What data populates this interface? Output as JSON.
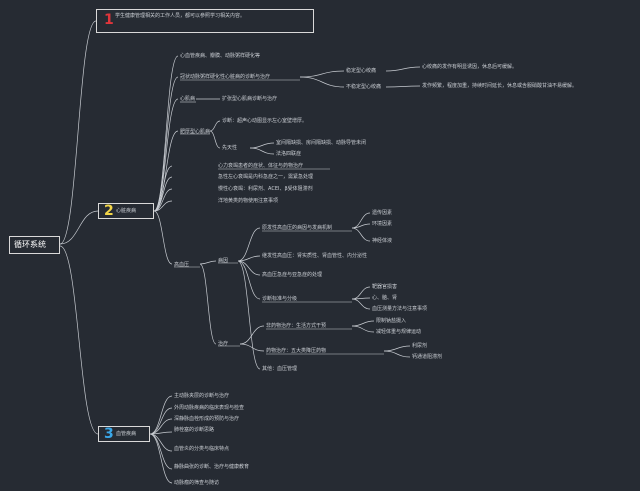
{
  "root": {
    "label": "循环系统"
  },
  "branch1": {
    "number": "1",
    "text": "学生健康管理相关的工作人员，都可以参照学习相关内容。"
  },
  "branch2": {
    "number": "2",
    "label": "心脏疾病"
  },
  "branch3": {
    "number": "3",
    "label": "血管疾病"
  },
  "colors": {
    "one": "#e0353b",
    "two": "#f2d548",
    "three": "#3aa7e8",
    "line": "#c8ccd2"
  },
  "nodes": [
    "心血管疾病、瓣膜、动脉粥样硬化等",
    "冠状动脉粥样硬化性心脏病的诊断与治疗",
    "稳定型心绞痛",
    "不稳定型心绞痛",
    "心绞痛的发作有明显诱因，休息后可缓解。",
    "发作频繁，程度加重，持续时间延长，休息或含服硝酸甘油不易缓解。",
    "心肌病",
    "扩张型心肌病诊断与治疗",
    "肥厚型心肌病",
    "诊断：超声心动图显示左心室壁增厚。",
    "先天性",
    "室间隔缺损、房间隔缺损、动脉导管未闭",
    "法洛四联症",
    "心力衰竭患者的症状、体征与药物治疗",
    "急性左心衰竭是内科急症之一，需紧急处理",
    "慢性心衰竭：利尿剂、ACEI、β受体阻滞剂",
    "洋地黄类药物使用注意事项",
    "高血压",
    "病因",
    "原发性高血压的病因与发病机制",
    "遗传因素",
    "环境因素",
    "神经体液",
    "继发性高血压：肾实质性、肾血管性、内分泌性",
    "高血压急症与亚急症的处理",
    "诊断标准与分级",
    "靶器官损害",
    "心、脑、肾",
    "血压测量方法与注意事项",
    "治疗",
    "非药物治疗：生活方式干预",
    "限制钠盐摄入",
    "减轻体重与规律运动",
    "药物治疗：五大类降压药物",
    "利尿剂",
    "钙通道阻滞剂",
    "其他：血压管理",
    "主动脉夹层的诊断与治疗",
    "外周动脉疾病的临床表现与检查",
    "深静脉血栓形成的预防与治疗",
    "肺栓塞的诊断思路",
    "血管炎的分类与临床特点",
    "静脉曲张的诊断、治疗与健康教育",
    "动脉瘤的筛查与随访"
  ]
}
